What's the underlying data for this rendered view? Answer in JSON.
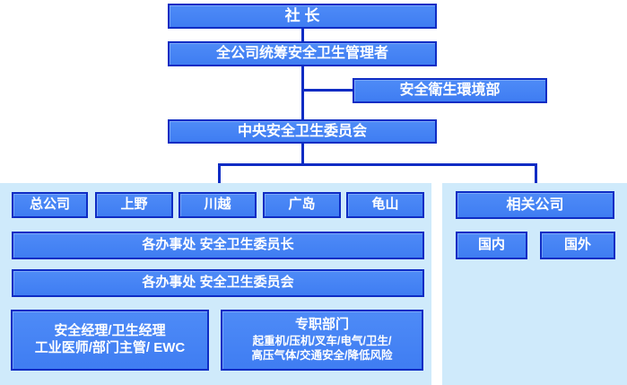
{
  "colors": {
    "box_fill": "#3f7df2",
    "box_fill_light": "#4e8bf7",
    "box_border": "#0e2cc4",
    "panel_bg": "#cfeafb",
    "line": "#0e2cc4",
    "text": "#ffffff"
  },
  "org": {
    "president": "社 长",
    "company_manager": "全公司统筹安全卫生管理者",
    "env_dept": "安全衛生環境部",
    "central_committee": "中央安全卫生委员会"
  },
  "offices_panel": {
    "locations": [
      "总公司",
      "上野",
      "川越",
      "广岛",
      "龟山"
    ],
    "committee_chair": "各办事处 安全卫生委员长",
    "committee": "各办事处 安全卫生委员会",
    "managers_line1": "安全经理/卫生经理",
    "managers_line2": "工业医师/部门主管/ EWC",
    "special_title": "专职部门",
    "special_line1": "起重机/压机/叉车/电气/卫生/",
    "special_line2": "高压气体/交通安全/降低风险"
  },
  "related_panel": {
    "title": "相关公司",
    "domestic": "国内",
    "overseas": "国外"
  }
}
